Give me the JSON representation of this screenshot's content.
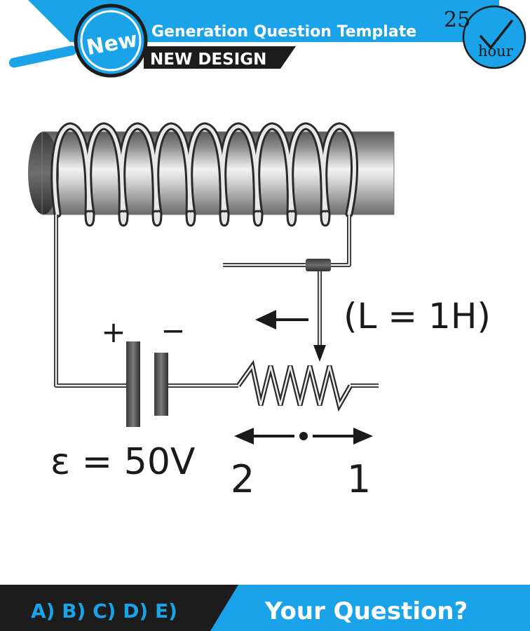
{
  "header": {
    "badge": "New",
    "title": "Generation Question Template",
    "subtitle": "NEW DESIGN",
    "timer_number": "25",
    "timer_unit": "hour"
  },
  "diagram": {
    "inductance_label": "(L = 1H)",
    "emf_label": "ε = 50V",
    "plus_sign": "+",
    "minus_sign": "−",
    "position_2": "2",
    "position_1": "1"
  },
  "footer": {
    "options": "A) B) C) D) E)",
    "question": "Your Question?"
  },
  "colors": {
    "header_blue": "#1aa3e8",
    "dark_band": "#1c1c1c",
    "text_dark": "#1a1a1a"
  }
}
